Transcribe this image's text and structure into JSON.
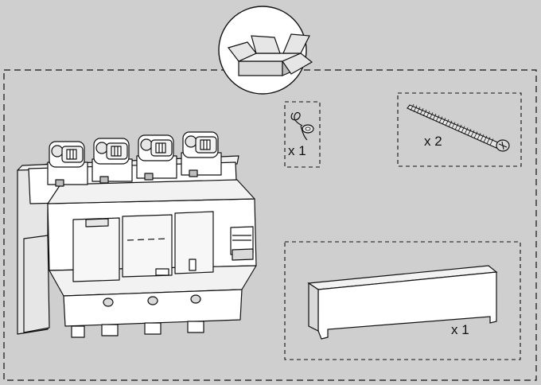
{
  "colors": {
    "background": "#cfcfcf",
    "line": "#111111",
    "part_fill": "#ffffff",
    "part_shade": "#e6e6e6",
    "part_dark": "#bdbdbd",
    "box_fill": "#d9d9d9"
  },
  "icons": {
    "unpack": "open-box-icon",
    "seal": "wire-seal-icon",
    "screw": "long-screw-icon",
    "cover": "terminal-cover-icon",
    "device": "four-pole-breaker-icon"
  },
  "items": {
    "seal": {
      "quantity": "x 1"
    },
    "screws": {
      "quantity": "x 2"
    },
    "cover": {
      "quantity": "x 1"
    }
  }
}
